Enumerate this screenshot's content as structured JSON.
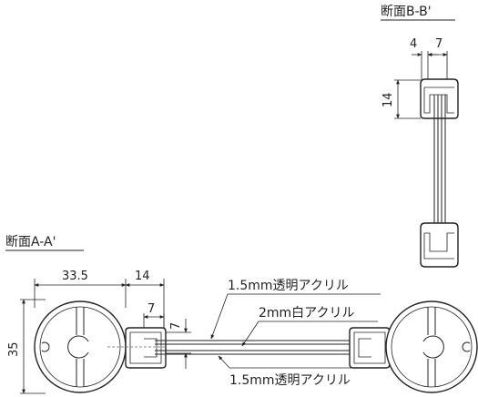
{
  "section_bb": {
    "title": "断面B-B'",
    "dim_a": "4",
    "dim_b": "7",
    "dim_height": "14"
  },
  "section_aa": {
    "title": "断面A-A'",
    "dim_diameter": "33.5",
    "dim_frame": "14",
    "dim_slot": "7",
    "dim_gap": "7",
    "dim_height": "35"
  },
  "labels": {
    "top_acrylic": "1.5mm透明アクリル",
    "middle_acrylic": "2mm白アクリル",
    "bottom_acrylic": "1.5mm透明アクリル"
  }
}
